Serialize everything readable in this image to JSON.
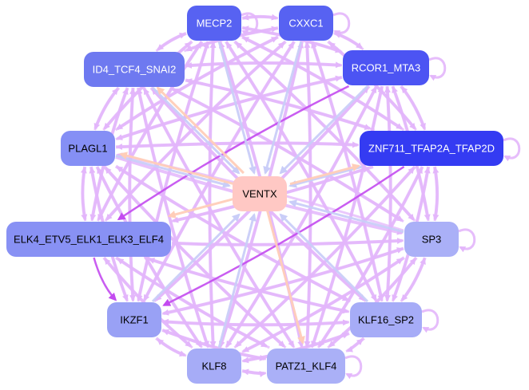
{
  "graph": {
    "center": {
      "id": "VENTX",
      "label": "VENTX",
      "color": "#ffc8c4",
      "text_color": "#000000"
    },
    "nodes": [
      {
        "id": "MECP2",
        "label": "MECP2",
        "color": "#5762f2",
        "text_color": "#ffffff"
      },
      {
        "id": "CXXC1",
        "label": "CXXC1",
        "color": "#5762f2",
        "text_color": "#ffffff"
      },
      {
        "id": "ID4_TCF4_SNAI2",
        "label": "ID4_TCF4_SNAI2",
        "color": "#6e79f0",
        "text_color": "#ffffff"
      },
      {
        "id": "RCOR1_MTA3",
        "label": "RCOR1_MTA3",
        "color": "#4c54f3",
        "text_color": "#ffffff"
      },
      {
        "id": "PLAGL1",
        "label": "PLAGL1",
        "color": "#858ff5",
        "text_color": "#000000"
      },
      {
        "id": "ZNF711_TFAP2A_TFAP2D",
        "label": "ZNF711_TFAP2A_TFAP2D",
        "color": "#343bf2",
        "text_color": "#ffffff"
      },
      {
        "id": "ELK4_ETV5_ELK1_ELK3_ELF4",
        "label": "ELK4_ETV5_ELK1_ELK3_ELF4",
        "color": "#8891f4",
        "text_color": "#000000"
      },
      {
        "id": "SP3",
        "label": "SP3",
        "color": "#aab0f7",
        "text_color": "#000000"
      },
      {
        "id": "IKZF1",
        "label": "IKZF1",
        "color": "#99a1f5",
        "text_color": "#000000"
      },
      {
        "id": "KLF16_SP2",
        "label": "KLF16_SP2",
        "color": "#a6acf7",
        "text_color": "#000000"
      },
      {
        "id": "KLF8",
        "label": "KLF8",
        "color": "#a6acf7",
        "text_color": "#000000"
      },
      {
        "id": "PATZ1_KLF4",
        "label": "PATZ1_KLF4",
        "color": "#aab0f7",
        "text_color": "#000000"
      }
    ],
    "edge_colors": {
      "mesh": "#e3b6fb",
      "strong": "#c34bf0",
      "to_center": "#c9cdf8",
      "from_center": "#ffcdb8"
    },
    "self_loops": [
      "MECP2",
      "CXXC1",
      "RCOR1_MTA3",
      "ZNF711_TFAP2A_TFAP2D",
      "SP3",
      "KLF16_SP2",
      "PATZ1_KLF4"
    ],
    "edges_to_center": [
      "MECP2",
      "CXXC1",
      "ID4_TCF4_SNAI2",
      "PLAGL1",
      "ZNF711_TFAP2A_TFAP2D",
      "SP3",
      "IKZF1",
      "KLF16_SP2",
      "KLF8",
      "RCOR1_MTA3"
    ],
    "edges_from_center": [
      "ID4_TCF4_SNAI2",
      "PLAGL1",
      "ELK4_ETV5_ELK1_ELK3_ELF4",
      "PATZ1_KLF4",
      "ZNF711_TFAP2A_TFAP2D"
    ],
    "strong_edges": [
      [
        "ZNF711_TFAP2A_TFAP2D",
        "IKZF1"
      ],
      [
        "RCOR1_MTA3",
        "ELK4_ETV5_ELK1_ELK3_ELF4"
      ],
      [
        "ELK4_ETV5_ELK1_ELK3_ELF4",
        "IKZF1"
      ]
    ],
    "mesh_edges": [
      [
        "MECP2",
        "CXXC1"
      ],
      [
        "MECP2",
        "ID4_TCF4_SNAI2"
      ],
      [
        "MECP2",
        "RCOR1_MTA3"
      ],
      [
        "MECP2",
        "PLAGL1"
      ],
      [
        "MECP2",
        "ZNF711_TFAP2A_TFAP2D"
      ],
      [
        "MECP2",
        "ELK4_ETV5_ELK1_ELK3_ELF4"
      ],
      [
        "MECP2",
        "SP3"
      ],
      [
        "MECP2",
        "IKZF1"
      ],
      [
        "MECP2",
        "KLF16_SP2"
      ],
      [
        "MECP2",
        "KLF8"
      ],
      [
        "MECP2",
        "PATZ1_KLF4"
      ],
      [
        "CXXC1",
        "ID4_TCF4_SNAI2"
      ],
      [
        "CXXC1",
        "RCOR1_MTA3"
      ],
      [
        "CXXC1",
        "PLAGL1"
      ],
      [
        "CXXC1",
        "ZNF711_TFAP2A_TFAP2D"
      ],
      [
        "CXXC1",
        "ELK4_ETV5_ELK1_ELK3_ELF4"
      ],
      [
        "CXXC1",
        "IKZF1"
      ],
      [
        "CXXC1",
        "KLF16_SP2"
      ],
      [
        "CXXC1",
        "KLF8"
      ],
      [
        "CXXC1",
        "PATZ1_KLF4"
      ],
      [
        "ID4_TCF4_SNAI2",
        "RCOR1_MTA3"
      ],
      [
        "ID4_TCF4_SNAI2",
        "PLAGL1"
      ],
      [
        "ID4_TCF4_SNAI2",
        "ZNF711_TFAP2A_TFAP2D"
      ],
      [
        "ID4_TCF4_SNAI2",
        "ELK4_ETV5_ELK1_ELK3_ELF4"
      ],
      [
        "ID4_TCF4_SNAI2",
        "SP3"
      ],
      [
        "ID4_TCF4_SNAI2",
        "IKZF1"
      ],
      [
        "ID4_TCF4_SNAI2",
        "KLF16_SP2"
      ],
      [
        "ID4_TCF4_SNAI2",
        "KLF8"
      ],
      [
        "ID4_TCF4_SNAI2",
        "PATZ1_KLF4"
      ],
      [
        "RCOR1_MTA3",
        "PLAGL1"
      ],
      [
        "RCOR1_MTA3",
        "ZNF711_TFAP2A_TFAP2D"
      ],
      [
        "RCOR1_MTA3",
        "SP3"
      ],
      [
        "RCOR1_MTA3",
        "IKZF1"
      ],
      [
        "RCOR1_MTA3",
        "KLF16_SP2"
      ],
      [
        "RCOR1_MTA3",
        "KLF8"
      ],
      [
        "RCOR1_MTA3",
        "PATZ1_KLF4"
      ],
      [
        "PLAGL1",
        "ZNF711_TFAP2A_TFAP2D"
      ],
      [
        "PLAGL1",
        "ELK4_ETV5_ELK1_ELK3_ELF4"
      ],
      [
        "PLAGL1",
        "SP3"
      ],
      [
        "PLAGL1",
        "IKZF1"
      ],
      [
        "PLAGL1",
        "KLF16_SP2"
      ],
      [
        "PLAGL1",
        "KLF8"
      ],
      [
        "PLAGL1",
        "PATZ1_KLF4"
      ],
      [
        "ZNF711_TFAP2A_TFAP2D",
        "ELK4_ETV5_ELK1_ELK3_ELF4"
      ],
      [
        "ZNF711_TFAP2A_TFAP2D",
        "SP3"
      ],
      [
        "ZNF711_TFAP2A_TFAP2D",
        "KLF16_SP2"
      ],
      [
        "ZNF711_TFAP2A_TFAP2D",
        "KLF8"
      ],
      [
        "ZNF711_TFAP2A_TFAP2D",
        "PATZ1_KLF4"
      ],
      [
        "ELK4_ETV5_ELK1_ELK3_ELF4",
        "SP3"
      ],
      [
        "ELK4_ETV5_ELK1_ELK3_ELF4",
        "KLF16_SP2"
      ],
      [
        "ELK4_ETV5_ELK1_ELK3_ELF4",
        "KLF8"
      ],
      [
        "ELK4_ETV5_ELK1_ELK3_ELF4",
        "PATZ1_KLF4"
      ],
      [
        "SP3",
        "IKZF1"
      ],
      [
        "SP3",
        "KLF16_SP2"
      ],
      [
        "SP3",
        "KLF8"
      ],
      [
        "SP3",
        "PATZ1_KLF4"
      ],
      [
        "IKZF1",
        "KLF16_SP2"
      ],
      [
        "IKZF1",
        "KLF8"
      ],
      [
        "IKZF1",
        "PATZ1_KLF4"
      ],
      [
        "KLF16_SP2",
        "KLF8"
      ],
      [
        "KLF16_SP2",
        "PATZ1_KLF4"
      ],
      [
        "KLF8",
        "PATZ1_KLF4"
      ]
    ]
  }
}
